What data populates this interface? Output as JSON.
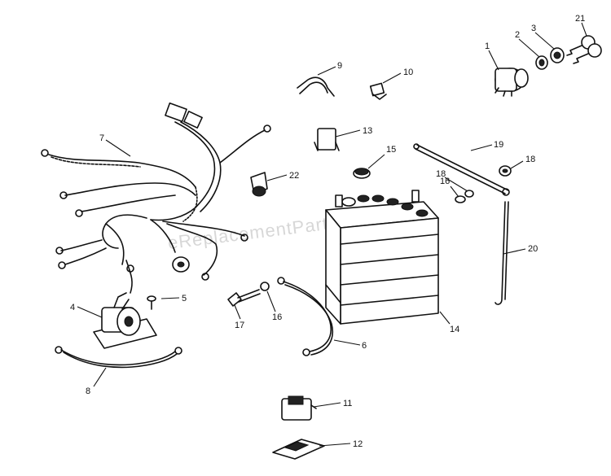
{
  "watermark": "eReplacementParts.com",
  "callouts": [
    {
      "id": "c1",
      "label": "1"
    },
    {
      "id": "c2",
      "label": "2"
    },
    {
      "id": "c3",
      "label": "3"
    },
    {
      "id": "c4",
      "label": "4"
    },
    {
      "id": "c5",
      "label": "5"
    },
    {
      "id": "c6",
      "label": "6"
    },
    {
      "id": "c7",
      "label": "7"
    },
    {
      "id": "c8",
      "label": "8"
    },
    {
      "id": "c9",
      "label": "9"
    },
    {
      "id": "c10",
      "label": "10"
    },
    {
      "id": "c11",
      "label": "11"
    },
    {
      "id": "c12",
      "label": "12"
    },
    {
      "id": "c13",
      "label": "13"
    },
    {
      "id": "c14",
      "label": "14"
    },
    {
      "id": "c15",
      "label": "15"
    },
    {
      "id": "c16a",
      "label": "16"
    },
    {
      "id": "c16b",
      "label": "16"
    },
    {
      "id": "c17",
      "label": "17"
    },
    {
      "id": "c18a",
      "label": "18"
    },
    {
      "id": "c18b",
      "label": "18"
    },
    {
      "id": "c19",
      "label": "19"
    },
    {
      "id": "c20",
      "label": "20"
    },
    {
      "id": "c21",
      "label": "21"
    },
    {
      "id": "c22",
      "label": "22"
    }
  ]
}
